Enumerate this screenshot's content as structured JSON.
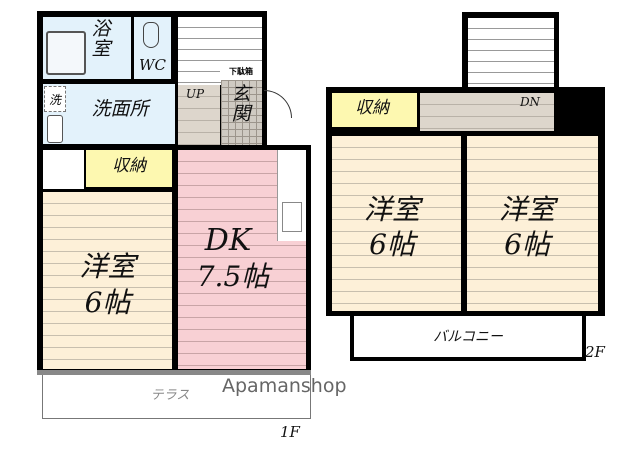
{
  "floor1": {
    "label": "1F",
    "bath": "浴室",
    "wc": "WC",
    "washroom": "洗面所",
    "washer": "洗",
    "shoe_box": "下駄箱",
    "entrance": "玄関",
    "stairs": "UP",
    "storage": "収納",
    "western_room": {
      "name": "洋室",
      "size": "6帖"
    },
    "dk": {
      "name": "DK",
      "size": "7.5帖"
    },
    "terrace": "テラス"
  },
  "floor2": {
    "label": "2F",
    "storage": "収納",
    "stairs": "DN",
    "room_left": {
      "name": "洋室",
      "size": "6帖"
    },
    "room_right": {
      "name": "洋室",
      "size": "6帖"
    },
    "balcony": "バルコニー"
  },
  "watermark": "Apamanshop"
}
